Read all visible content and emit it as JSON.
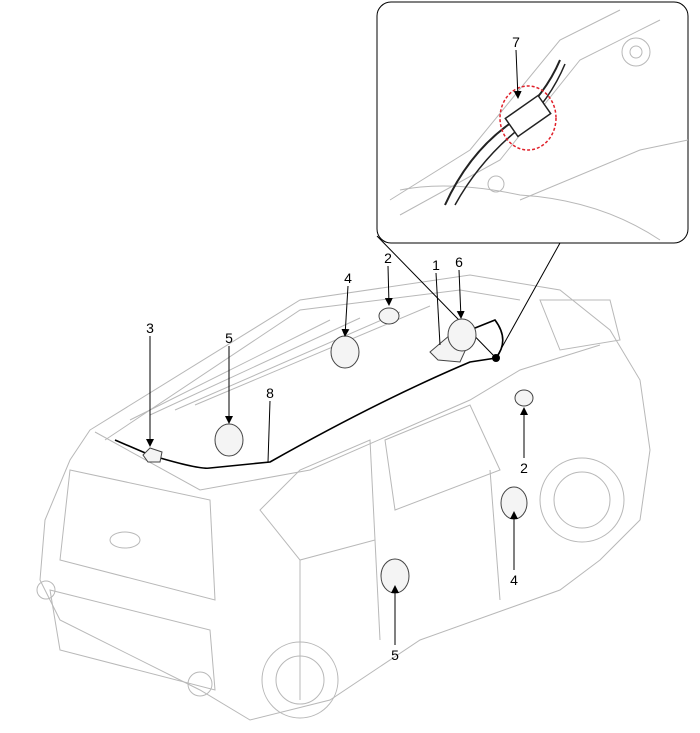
{
  "diagram": {
    "labels": {
      "inset_connector": "7",
      "tweeter_front_left": "2",
      "amplifier": "1",
      "subwoofer": "6",
      "front_door_speaker_left": "4",
      "antenna": "3",
      "rear_door_speaker_left": "5",
      "wiring_harness": "8",
      "tweeter_front_right": "2",
      "front_door_speaker_right": "4",
      "rear_door_speaker_right": "5"
    },
    "colors": {
      "highlight_circle": "#e0202a",
      "outline": "#b8b8b8",
      "leader": "#000000"
    }
  }
}
